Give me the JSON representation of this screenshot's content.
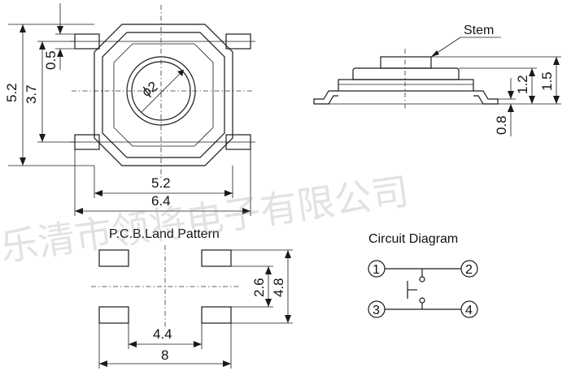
{
  "top_view": {
    "dims": {
      "height_outer": "5.2",
      "height_inner": "3.7",
      "pin_offset": "0.5",
      "width_body": "5.2",
      "width_overall": "6.4",
      "diameter": "ϕ2"
    }
  },
  "side_view": {
    "stem_label": "Stem",
    "dims": {
      "height_stem": "1.5",
      "height_body": "1.2",
      "pin_thickness": "0.8"
    }
  },
  "pcb_pattern": {
    "title": "P.C.B.Land Pattern",
    "dims": {
      "inner_span_y": "2.6",
      "outer_span_y": "4.8",
      "inner_span_x": "4.4",
      "outer_span_x": "8"
    }
  },
  "circuit": {
    "title": "Circuit Diagram",
    "pins": [
      "1",
      "2",
      "3",
      "4"
    ]
  },
  "watermark": "乐清市领将电子有限公司",
  "colors": {
    "line": "#1a1a1a",
    "background": "#ffffff"
  }
}
